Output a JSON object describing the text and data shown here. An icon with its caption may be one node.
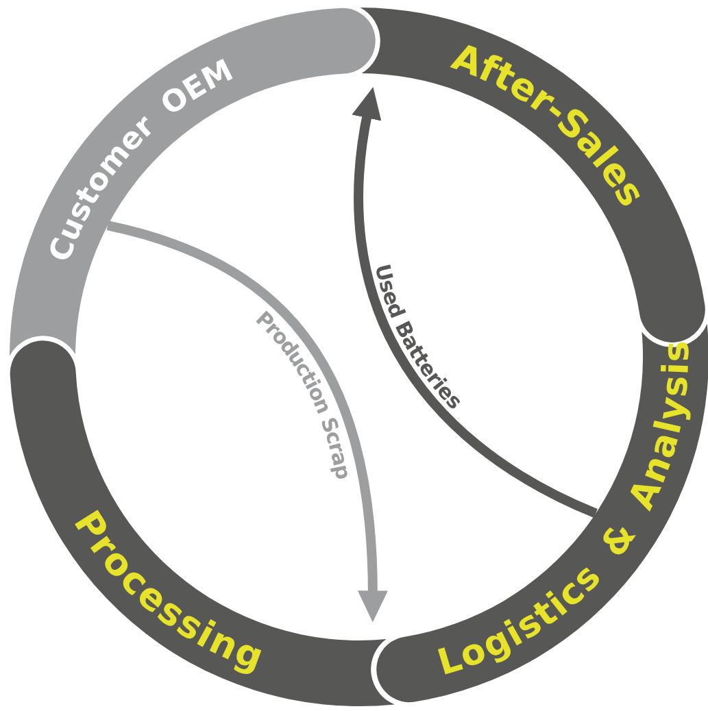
{
  "diagram": {
    "nodes": [
      {
        "text": [
          "Customer OEM"
        ]
      },
      {
        "text": [
          "After-Sales"
        ]
      },
      {
        "text": [
          "Logistics & Analysis"
        ]
      },
      {
        "text": [
          "Processing"
        ]
      }
    ],
    "edges": [
      {
        "from": 0,
        "to": 3,
        "arrow": "to",
        "label": "Production Scrap",
        "color": "#9c9e9f"
      },
      {
        "from": 2,
        "to": 1,
        "arrow": "to",
        "label": "Used Batteries",
        "color": "#575756"
      }
    ]
  }
}
